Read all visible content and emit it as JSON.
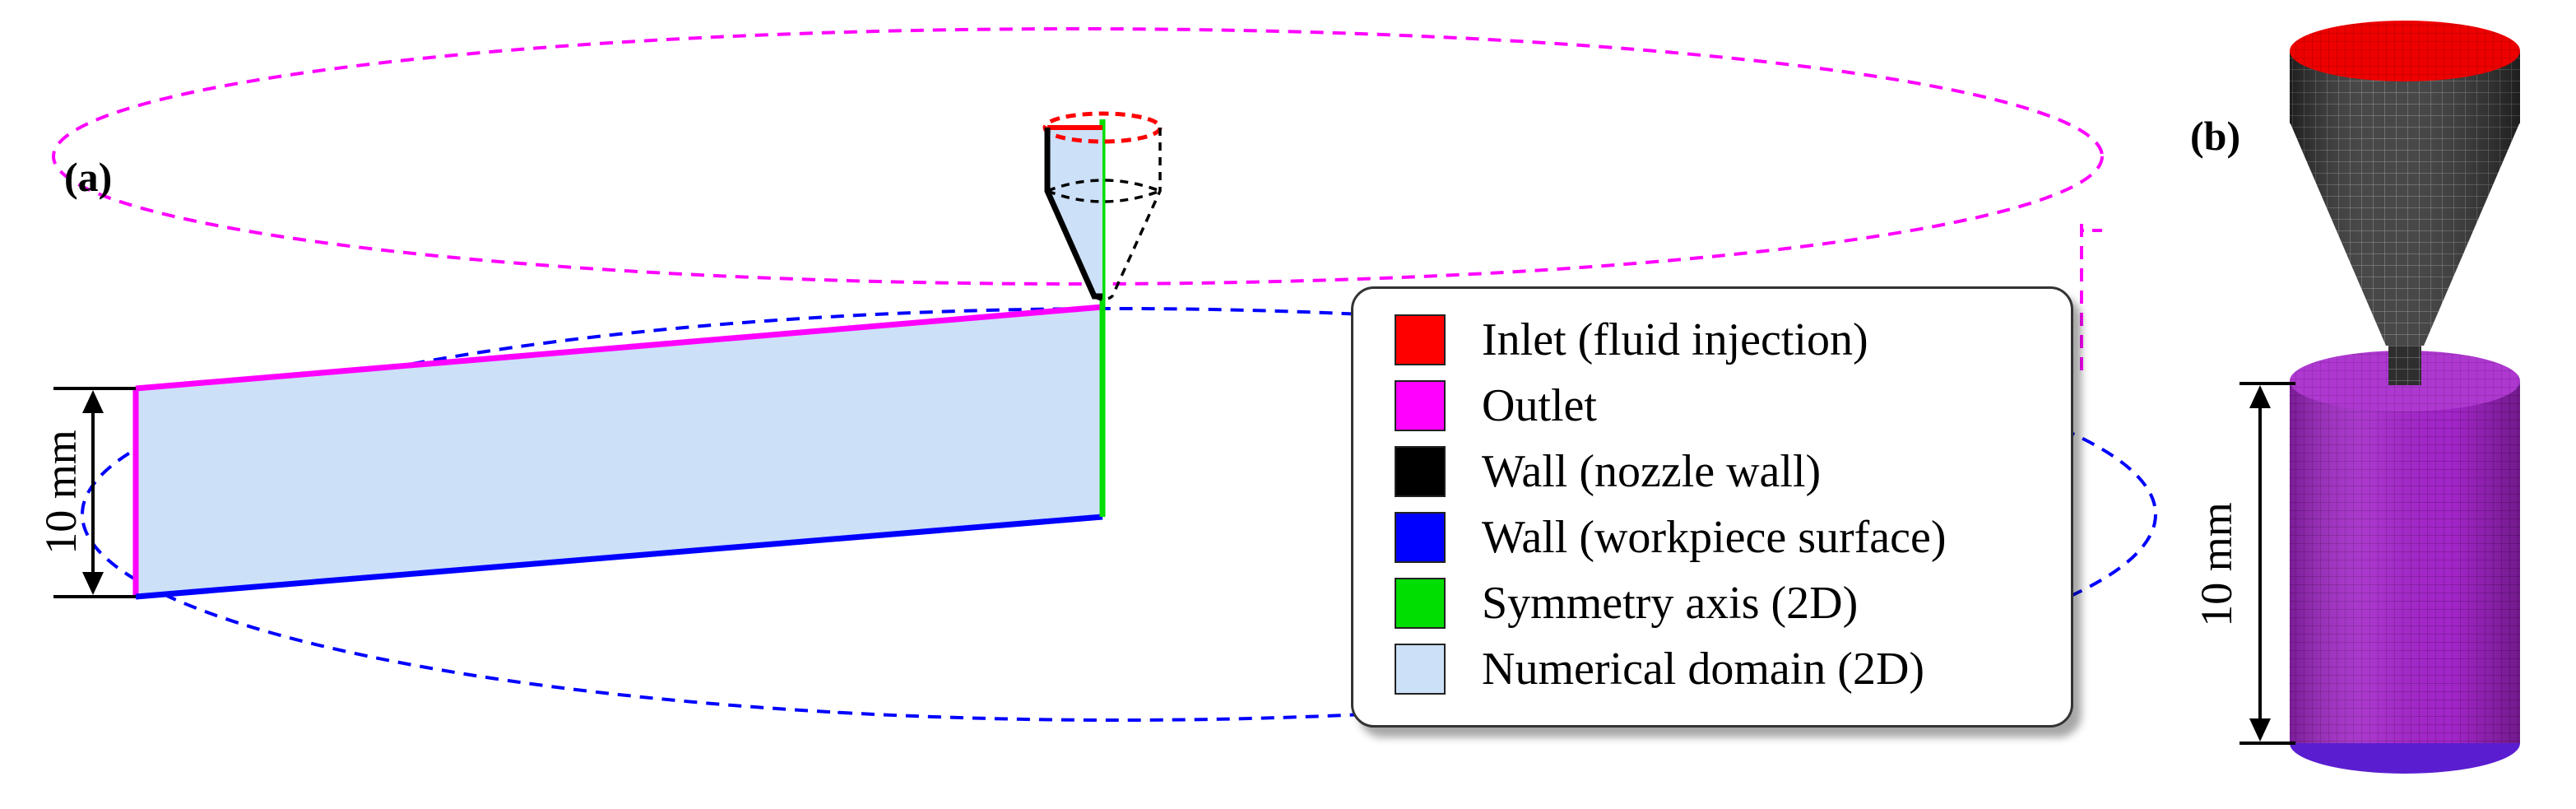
{
  "panel_a_label": "(a)",
  "panel_b_label": "(b)",
  "dimension_label_a": "10 mm",
  "dimension_label_b": "10 mm",
  "legend": [
    {
      "label": "Inlet (fluid injection)",
      "color": "#ff0000"
    },
    {
      "label": "Outlet",
      "color": "#ff00ff"
    },
    {
      "label": "Wall (nozzle wall)",
      "color": "#000000"
    },
    {
      "label": "Wall (workpiece surface)",
      "color": "#0000ff"
    },
    {
      "label": "Symmetry axis (2D)",
      "color": "#00dd00"
    },
    {
      "label": "Numerical domain (2D)",
      "color": "#cce0f8"
    }
  ],
  "colors": {
    "outlet": "#ff00ff",
    "workpiece": "#0000ff",
    "axis": "#00dd00",
    "inlet": "#ff0000",
    "domain_fill": "#cce0f8",
    "mesh_purple": "#a020c8",
    "mesh_dark": "#2a2a2a"
  }
}
